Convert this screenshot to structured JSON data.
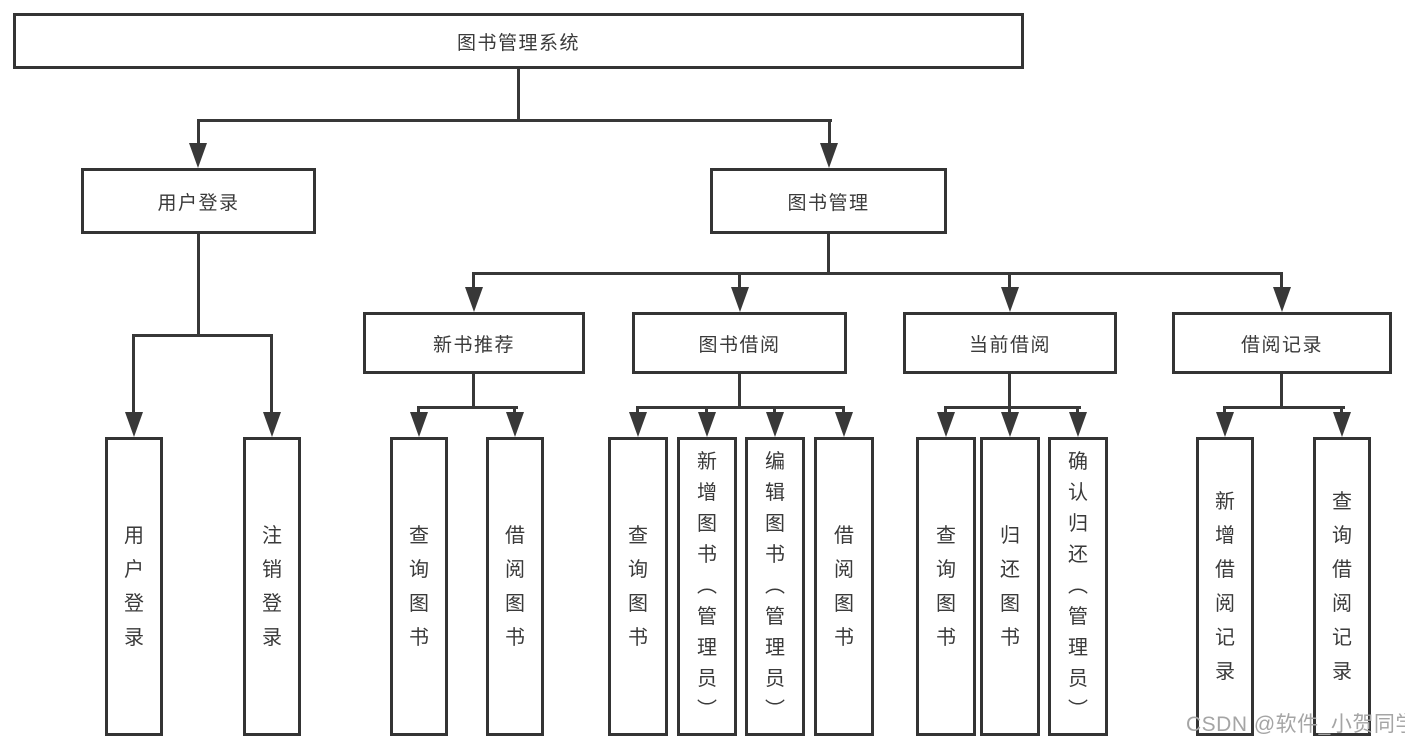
{
  "diagram": {
    "root": {
      "label": "图书管理系统"
    },
    "level2": [
      {
        "label": "用户登录"
      },
      {
        "label": "图书管理"
      }
    ],
    "level3": [
      {
        "label": "新书推荐"
      },
      {
        "label": "图书借阅"
      },
      {
        "label": "当前借阅"
      },
      {
        "label": "借阅记录"
      }
    ],
    "leaves": [
      {
        "group": "用户登录",
        "label": "用户登录"
      },
      {
        "group": "用户登录",
        "label": "注销登录"
      },
      {
        "group": "新书推荐",
        "label": "查询图书"
      },
      {
        "group": "新书推荐",
        "label": "借阅图书"
      },
      {
        "group": "图书借阅",
        "label": "查询图书"
      },
      {
        "group": "图书借阅",
        "label": "新增图书（管理员）"
      },
      {
        "group": "图书借阅",
        "label": "编辑图书（管理员）"
      },
      {
        "group": "图书借阅",
        "label": "借阅图书"
      },
      {
        "group": "当前借阅",
        "label": "查询图书"
      },
      {
        "group": "当前借阅",
        "label": "归还图书"
      },
      {
        "group": "当前借阅",
        "label": "确认归还（管理员）"
      },
      {
        "group": "借阅记录",
        "label": "新增借阅记录"
      },
      {
        "group": "借阅记录",
        "label": "查询借阅记录"
      }
    ]
  },
  "watermark": {
    "text": "CSDN @软件_小贺同学"
  },
  "colors": {
    "line": "#383838",
    "border": "#343434",
    "text": "#3a3a3a",
    "background": "#ffffff",
    "watermark": "#a5a5a5"
  }
}
